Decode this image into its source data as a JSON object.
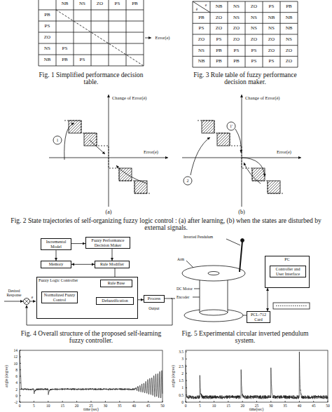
{
  "diagram": {
    "nodes": [
      {
        "text": [
          "Incremental Model"
        ]
      },
      {
        "text": [
          "Fuzzy Performance Decision Maker"
        ]
      },
      {
        "text": [
          "Memory"
        ]
      },
      {
        "text": [
          "Rule Modifier"
        ]
      },
      {
        "text": [
          "Fuzzy Logic Controller"
        ]
      },
      {
        "text": [
          "Rule Base"
        ],
        "in": 4
      },
      {
        "text": [
          "Normalized Fuzzy Control"
        ],
        "in": 4
      },
      {
        "text": [
          "Defuzzification"
        ],
        "in": 4
      },
      {
        "text": [
          "Process"
        ]
      },
      {
        "text": [
          "PC"
        ]
      },
      {
        "text": [
          "Controller and User Interface"
        ],
        "in": 9
      },
      {
        "text": [
          "PCL-712 Card"
        ]
      }
    ],
    "edges": [
      {
        "from": 0,
        "to": 1,
        "arrow": "to"
      },
      {
        "from": 0,
        "to": 2,
        "arrow": "to"
      },
      {
        "from": 1,
        "to": 3,
        "arrow": "to"
      },
      {
        "from": 2,
        "to": 3,
        "arrow": "both"
      },
      {
        "from": 3,
        "to": 5,
        "arrow": "to"
      },
      {
        "from": 6,
        "to": 7,
        "arrow": "to"
      },
      {
        "from": 7,
        "to": 8,
        "arrow": "to"
      },
      {
        "from": 11,
        "to": 9,
        "arrow": "both"
      }
    ],
    "labels": [
      "NB",
      "NS",
      "ZO",
      "PS",
      "PB",
      "PB",
      "PS",
      "ZO",
      "NS",
      "NB",
      "PS",
      "PB",
      "PS",
      "Error(e)",
      "Fig. 1 Simplified performance decision table.",
      "e",
      "ė",
      "NB",
      "NS",
      "ZO",
      "PS",
      "PB",
      "PB",
      "ZO",
      "NS",
      "NS",
      "NB",
      "NB",
      "PS",
      "ZO",
      "ZO",
      "NS",
      "NS",
      "NB",
      "ZO",
      "PS",
      "ZO",
      "ZO",
      "ZO",
      "NS",
      "NS",
      "PB",
      "PS",
      "PS",
      "ZO",
      "ZO",
      "NB",
      "PB",
      "PB",
      "PS",
      "PS",
      "ZO",
      "Fig. 3 Rule table of fuzzy performance decision maker.",
      "Change of Error(ė)",
      "Error(e)",
      "1",
      "(a)",
      "Change of Error(ė)",
      "Error(e)",
      "1'",
      "2",
      "(b)",
      "Fig. 2 State trajectories of self-organizing fuzzy logic control : (a) after learning, (b) when the states are disturbed by external signals.",
      "Desired Response",
      "e",
      "Output",
      "Fig. 4 Overall structure of the proposed self-learning fuzzy controller.",
      "Inverted Pendulum",
      "Arm",
      "DC Motor",
      "Encoder",
      "Fig. 5 Experimental circular inverted pendulum system.",
      "14",
      "12",
      "10",
      "8",
      "6",
      "4",
      "2",
      "0",
      "-2",
      "angle (degree)",
      "0",
      "5",
      "10",
      "15",
      "20",
      "25",
      "30",
      "35",
      "40",
      "45",
      "50",
      "time (sec)",
      "3.5",
      "3",
      "2.5",
      "2",
      "1.5",
      "1",
      "0.5",
      "0",
      "angle (degree)",
      "0",
      "5",
      "10",
      "15",
      "20",
      "25",
      "30",
      "35",
      "40",
      "45",
      "50",
      "time(sec)"
    ]
  }
}
